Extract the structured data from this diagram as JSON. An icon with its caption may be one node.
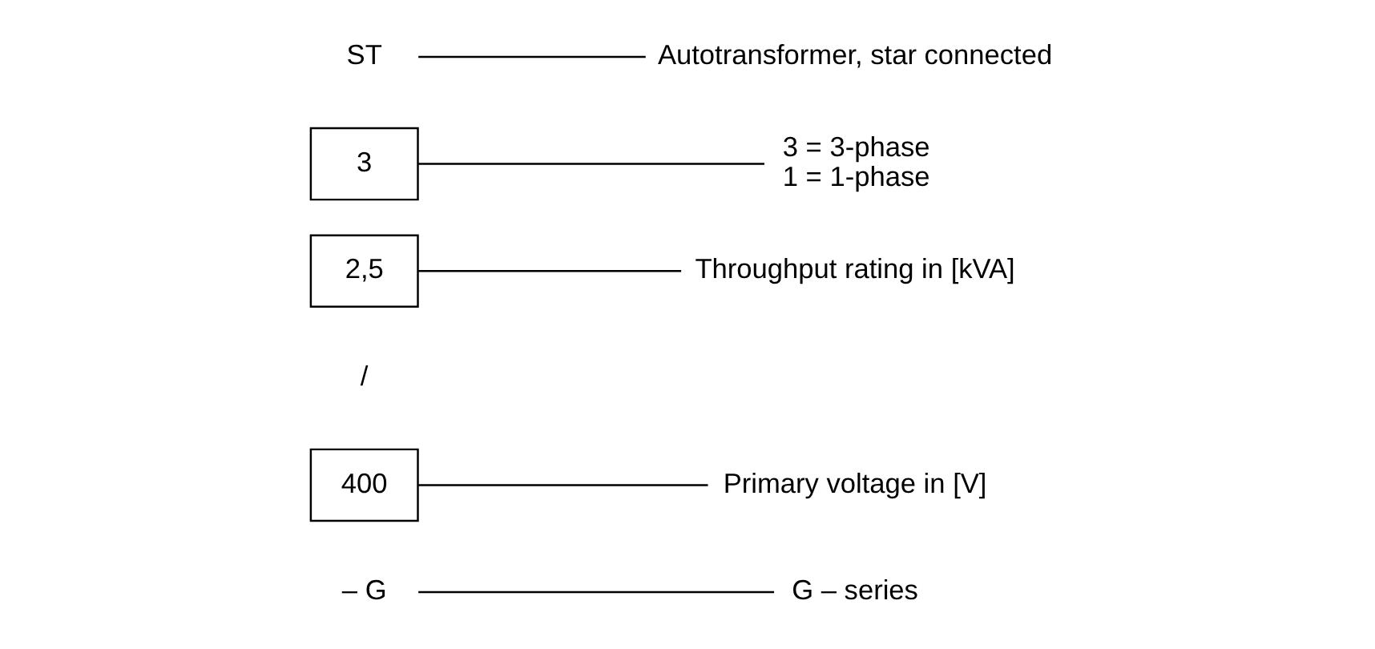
{
  "diagram": {
    "nodes": [
      {
        "text": [
          "ST"
        ]
      },
      {
        "text": [
          "3"
        ]
      },
      {
        "text": [
          "2,5"
        ]
      },
      {
        "text": [
          "400"
        ]
      },
      {
        "text": [
          "– G"
        ]
      },
      {
        "text": [
          "G – series"
        ]
      },
      {
        "text": [
          "Primary voltage in [V]"
        ]
      },
      {
        "text": [
          "Throughput rating in [kVA]"
        ]
      },
      {
        "text": [
          "3 = 3-phase",
          "1 = 1-phase"
        ]
      },
      {
        "text": [
          "Autotransformer, star connected"
        ]
      }
    ],
    "edges": [
      {
        "from": 4,
        "to": 5,
        "arrow": "none"
      },
      {
        "from": 3,
        "to": 6,
        "arrow": "none"
      },
      {
        "from": 2,
        "to": 7,
        "arrow": "none"
      },
      {
        "from": 1,
        "to": 8,
        "arrow": "none"
      },
      {
        "from": 0,
        "to": 9,
        "arrow": "none"
      }
    ],
    "labels": [
      "/"
    ]
  }
}
